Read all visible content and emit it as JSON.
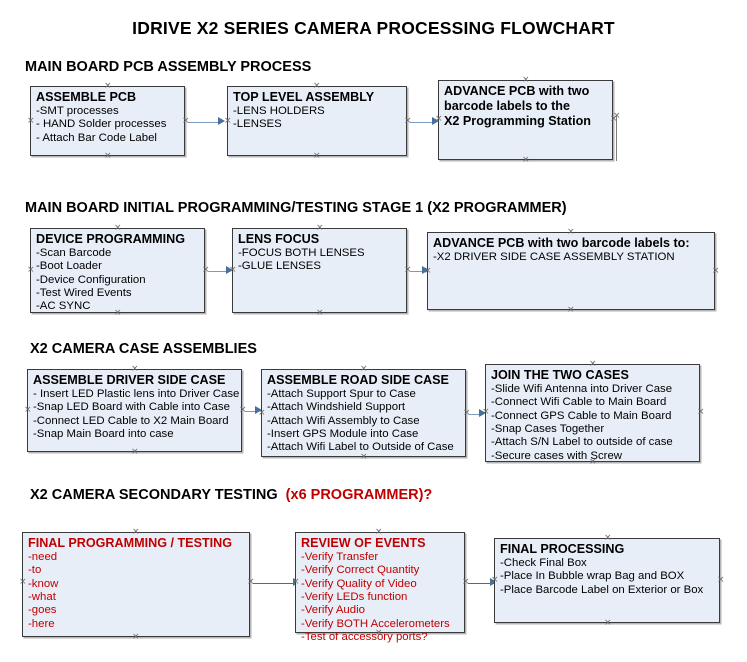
{
  "document": {
    "title": "IDRIVE X2  SERIES CAMERA PROCESSING FLOWCHART",
    "accent_color": "#c00000",
    "box_fill": "#e8eef7",
    "box_border": "#3a3a3a",
    "connector_color": "#7a9cbf"
  },
  "sections": [
    {
      "id": "main-board-pcb-assembly",
      "heading": "MAIN BOARD PCB ASSEMBLY PROCESS",
      "heading_suffix": "",
      "boxes": [
        {
          "id": "assemble-pcb",
          "title": "ASSEMBLE PCB",
          "lines": [
            "-SMT processes",
            "- HAND Solder processes",
            "- Attach Bar Code Label"
          ]
        },
        {
          "id": "top-level-assembly",
          "title": "TOP LEVEL ASSEMBLY",
          "lines": [
            "-LENS HOLDERS",
            "-LENSES"
          ]
        },
        {
          "id": "advance-pcb-station",
          "title": "ADVANCE PCB with two",
          "lines": [
            "barcode labels to the",
            " X2 Programming Station"
          ]
        }
      ]
    },
    {
      "id": "main-board-initial-programming",
      "heading": "MAIN BOARD INITIAL PROGRAMMING/TESTING STAGE 1 (X2 PROGRAMMER)",
      "heading_suffix": "",
      "boxes": [
        {
          "id": "device-programming",
          "title": "DEVICE PROGRAMMING",
          "lines": [
            "-Scan Barcode",
            "-Boot Loader",
            "-Device Configuration",
            "-Test Wired Events",
            "-AC SYNC"
          ]
        },
        {
          "id": "lens-focus",
          "title": "LENS FOCUS",
          "lines": [
            "-FOCUS BOTH LENSES",
            "-GLUE LENSES"
          ]
        },
        {
          "id": "advance-pcb-driver-side",
          "title": "ADVANCE PCB with two barcode labels to:",
          "lines": [
            "-X2 DRIVER  SIDE  CASE  ASSEMBLY STATION"
          ]
        }
      ]
    },
    {
      "id": "x2-camera-case-assemblies",
      "heading": "X2 CAMERA CASE ASSEMBLIES",
      "heading_suffix": "",
      "boxes": [
        {
          "id": "assemble-driver-side-case",
          "title": "ASSEMBLE DRIVER SIDE CASE",
          "lines": [
            "- Insert LED Plastic lens into Driver Case",
            "-Snap LED Board with Cable into Case",
            "-Connect LED Cable to X2 Main Board",
            "-Snap Main Board into case"
          ]
        },
        {
          "id": "assemble-road-side-case",
          "title": "ASSEMBLE ROAD SIDE CASE",
          "lines": [
            "-Attach Support Spur to Case",
            "-Attach Windshield Support",
            "-Attach Wifi Assembly to Case",
            "-Insert GPS Module into Case",
            "-Attach Wifi Label to Outside of Case"
          ]
        },
        {
          "id": "join-the-two-cases",
          "title": "JOIN THE TWO CASES",
          "lines": [
            "-Slide Wifi Antenna into Driver Case",
            "-Connect Wifi Cable to Main Board",
            "-Connect GPS Cable to Main Board",
            "-Snap Cases Together",
            "-Attach S/N Label to outside of case",
            "-Secure cases with Screw"
          ]
        }
      ]
    },
    {
      "id": "x2-camera-secondary-testing",
      "heading": "X2 CAMERA SECONDARY TESTING",
      "heading_suffix": "(x6 PROGRAMMER)?",
      "boxes": [
        {
          "id": "final-programming-testing",
          "title": "FINAL PROGRAMMING / TESTING",
          "lines": [
            "-need",
            "-to",
            "-know",
            "-what",
            "-goes",
            "-here"
          ]
        },
        {
          "id": "review-of-events",
          "title": "REVIEW OF EVENTS",
          "lines": [
            "-Verify Transfer",
            "-Verify Correct Quantity",
            "-Verify Quality of Video",
            "-Verify LEDs function",
            "-Verify Audio",
            "-Verify BOTH Accelerometers",
            "-Test of accessory ports?"
          ]
        },
        {
          "id": "final-processing",
          "title": "FINAL PROCESSING",
          "lines": [
            "-Check Final Box",
            "-Place In Bubble wrap Bag and BOX",
            "-Place Barcode Label on Exterior or Box"
          ]
        }
      ]
    }
  ]
}
